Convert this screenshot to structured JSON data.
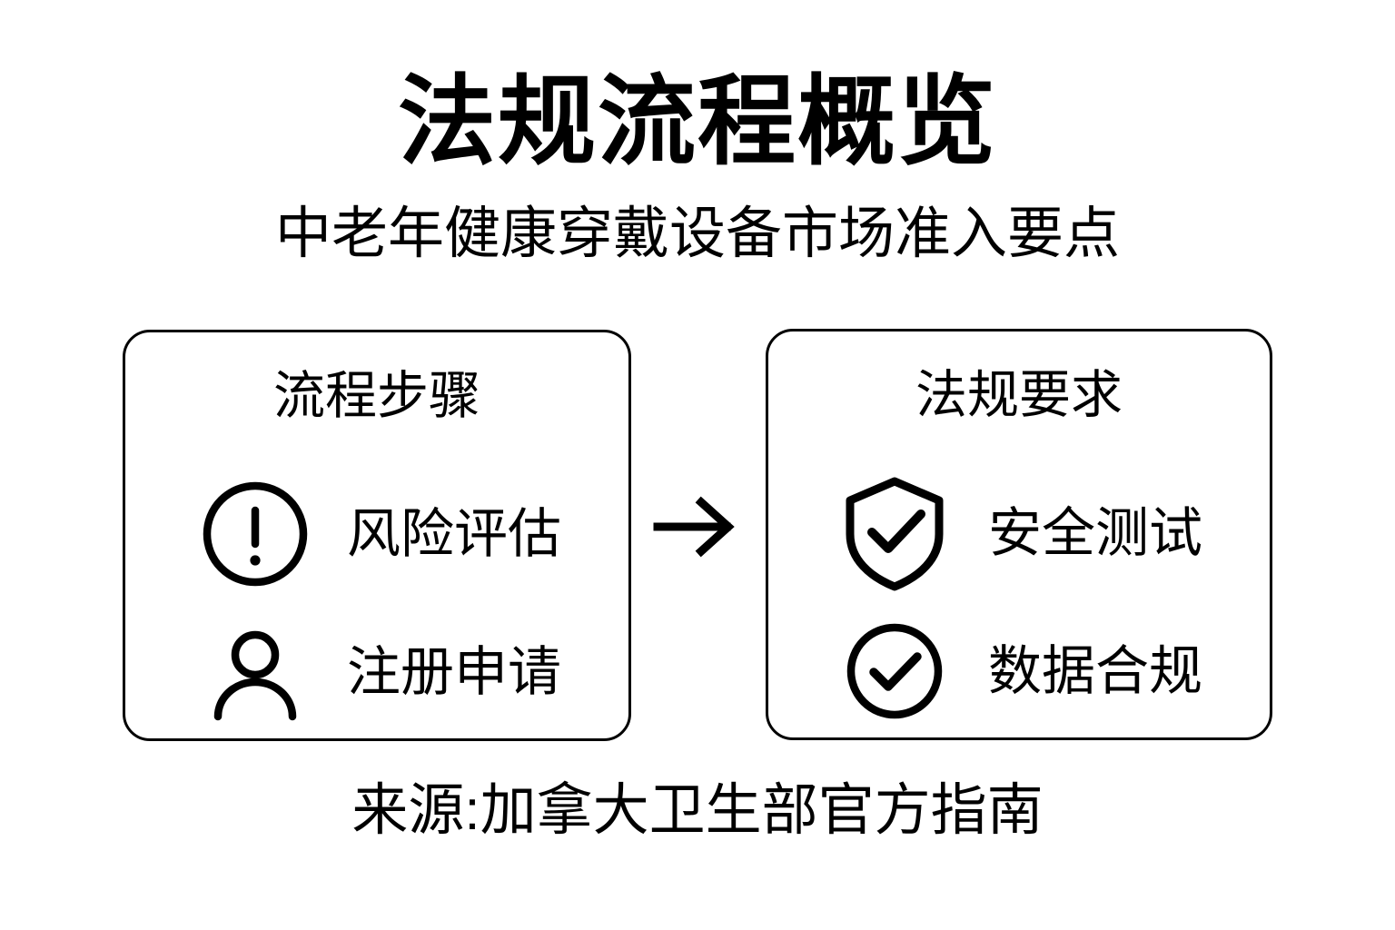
{
  "header": {
    "title": "法规流程概览",
    "subtitle": "中老年健康穿戴设备市场准入要点"
  },
  "cards": [
    {
      "id": "process-steps",
      "title": "流程步骤",
      "items": [
        {
          "icon": "alert-circle-icon",
          "label": "风险评估"
        },
        {
          "icon": "user-icon",
          "label": "注册申请"
        }
      ]
    },
    {
      "id": "regulatory-requirements",
      "title": "法规要求",
      "items": [
        {
          "icon": "shield-check-icon",
          "label": "安全测试"
        },
        {
          "icon": "check-circle-icon",
          "label": "数据合规"
        }
      ]
    }
  ],
  "connector": {
    "icon": "arrow-right-icon"
  },
  "footer": {
    "source": "来源:加拿大卫生部官方指南"
  },
  "colors": {
    "background": "#ffffff",
    "foreground": "#000000",
    "card_border": "#000000"
  }
}
